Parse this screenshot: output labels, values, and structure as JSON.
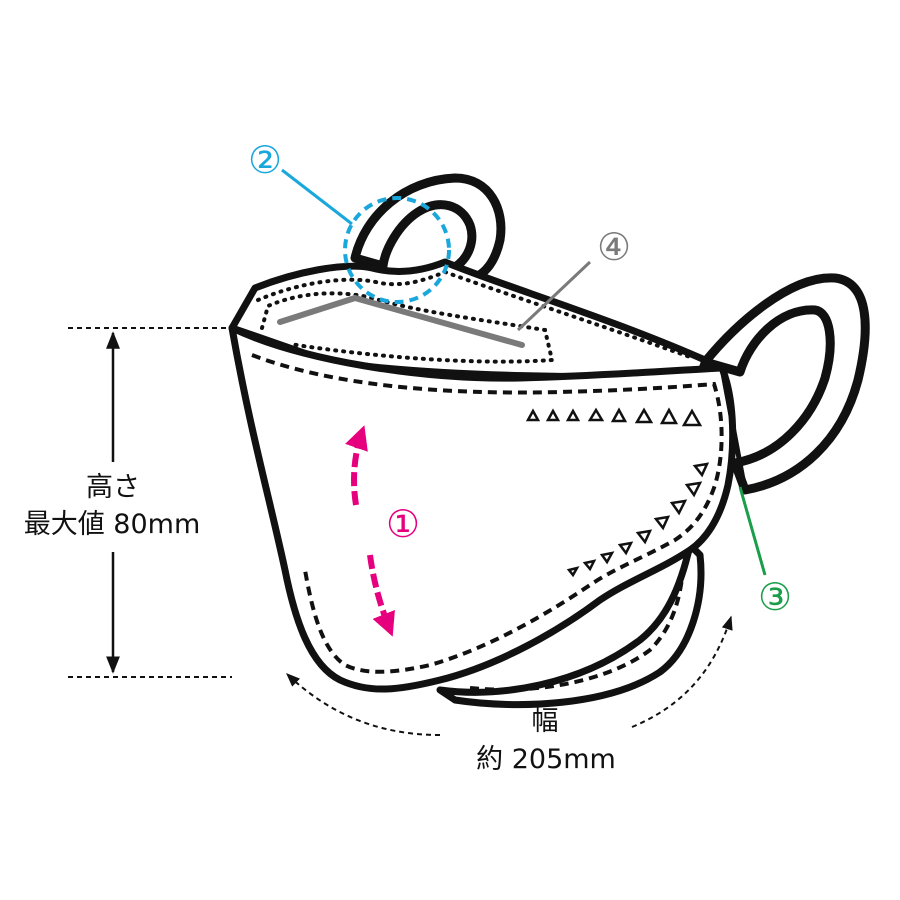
{
  "height_label": {
    "line1": "高さ",
    "line2": "最大値 80mm"
  },
  "width_label": {
    "line1": "幅",
    "line2": "約 205mm"
  },
  "markers": {
    "m1": "①",
    "m2": "②",
    "m3": "③",
    "m4": "④"
  },
  "colors": {
    "outline": "#111111",
    "marker_1": "#e6007e",
    "marker_2": "#1aa7dc",
    "marker_3": "#1a9e4a",
    "marker_4": "#7a7a7a"
  }
}
